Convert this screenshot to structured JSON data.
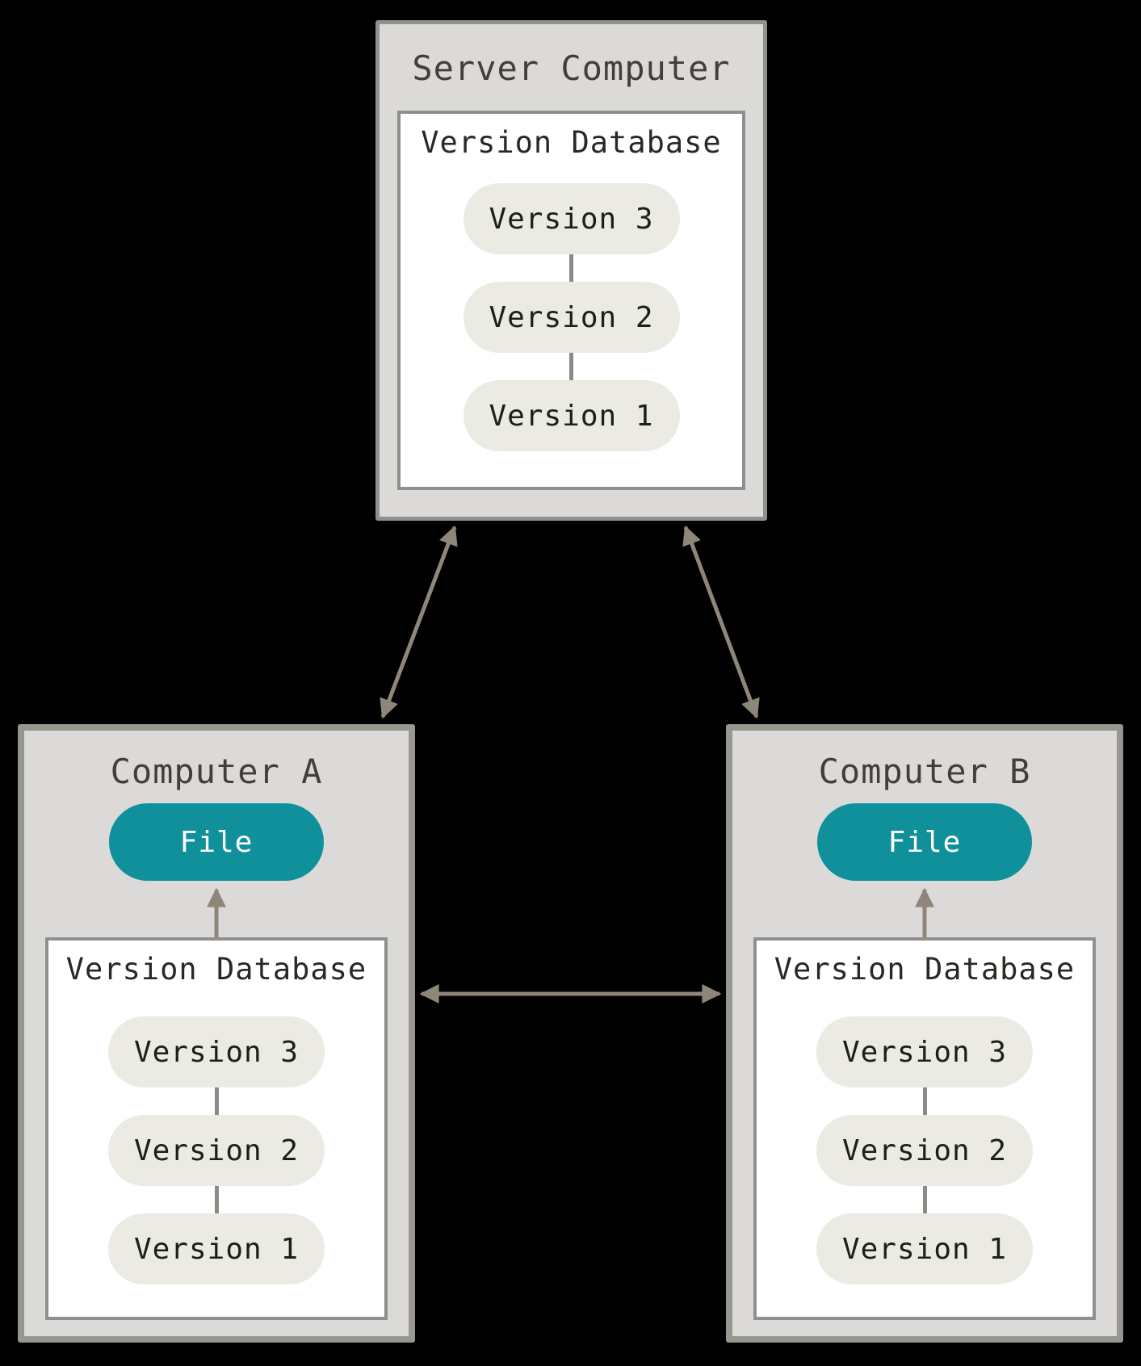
{
  "colors": {
    "background": "#000000",
    "box_fill": "#dbdad8",
    "box_border": "#97968f",
    "panel_fill": "#ffffff",
    "panel_border": "#8f8f8d",
    "version_pill_fill": "#ebebe3",
    "version_pill_text": "#1e1e1b",
    "title_text": "#443e38",
    "file_pill_fill": "#10909b",
    "file_pill_text": "#ffffff",
    "arrow": "#8e8779"
  },
  "server": {
    "title": "Server Computer",
    "panel_title": "Version Database",
    "versions": [
      "Version 3",
      "Version 2",
      "Version 1"
    ]
  },
  "computer_a": {
    "title": "Computer A",
    "file_label": "File",
    "panel_title": "Version Database",
    "versions": [
      "Version 3",
      "Version 2",
      "Version 1"
    ]
  },
  "computer_b": {
    "title": "Computer B",
    "file_label": "File",
    "panel_title": "Version Database",
    "versions": [
      "Version 3",
      "Version 2",
      "Version 1"
    ]
  }
}
